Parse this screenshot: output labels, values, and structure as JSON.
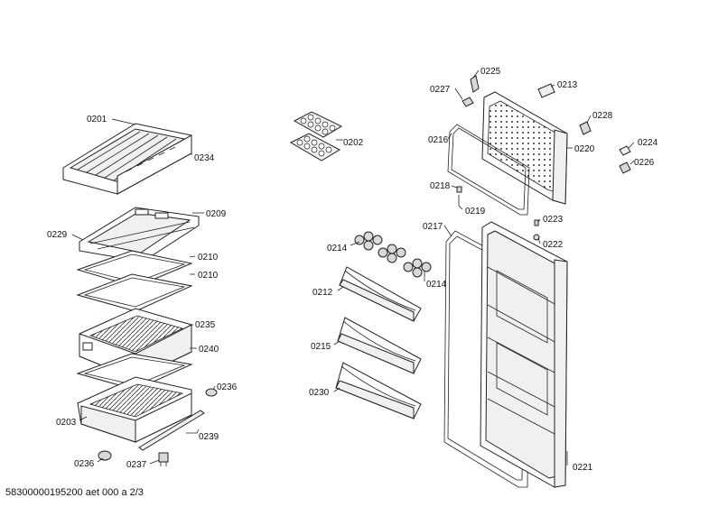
{
  "labels": {
    "p0201": "0201",
    "p0234": "0234",
    "p0202": "0202",
    "p0209": "0209",
    "p0229": "0229",
    "p0210a": "0210",
    "p0210b": "0210",
    "p0235": "0235",
    "p0240": "0240",
    "p0236a": "0236",
    "p0203": "0203",
    "p0239": "0239",
    "p0236b": "0236",
    "p0237": "0237",
    "p0225": "0225",
    "p0227": "0227",
    "p0213": "0213",
    "p0228": "0228",
    "p0216": "0216",
    "p0220": "0220",
    "p0224": "0224",
    "p0226": "0226",
    "p0218": "0218",
    "p0219": "0219",
    "p0217": "0217",
    "p0223": "0223",
    "p0222": "0222",
    "p0214a": "0214",
    "p0214b": "0214",
    "p0212": "0212",
    "p0215": "0215",
    "p0230": "0230",
    "p0221": "0221"
  },
  "footer": "58300000195200 aet 000 a 2/3"
}
